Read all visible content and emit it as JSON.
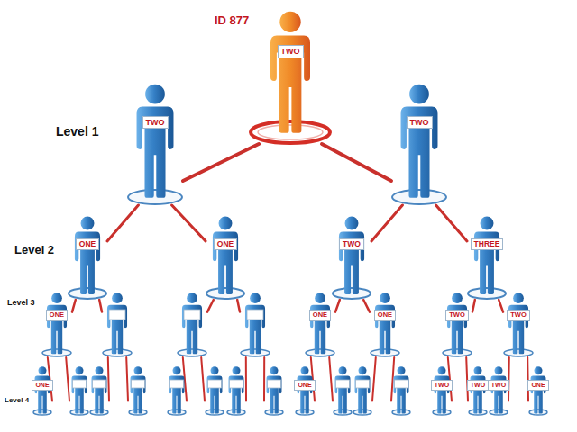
{
  "diagram": {
    "nodes": [
      {
        "text": [
          "ID 877",
          "TWO"
        ]
      },
      {
        "text": [
          "TWO"
        ]
      },
      {
        "text": [
          "TWO"
        ]
      },
      {
        "text": [
          "ONE"
        ]
      },
      {
        "text": [
          "ONE"
        ]
      },
      {
        "text": [
          "TWO"
        ]
      },
      {
        "text": [
          "THREE"
        ]
      },
      {
        "text": [
          "ONE"
        ]
      },
      {
        "text": [
          "ONE"
        ]
      },
      {
        "text": [
          "ONE"
        ]
      },
      {
        "text": [
          "TWO"
        ]
      },
      {
        "text": [
          "TWO"
        ]
      },
      {
        "text": [
          "ONE"
        ]
      },
      {
        "text": [
          "ONE"
        ]
      },
      {
        "text": [
          "TWO"
        ]
      },
      {
        "text": [
          "TWO"
        ]
      },
      {
        "text": [
          "TWO"
        ]
      },
      {
        "text": [
          "ONE"
        ]
      }
    ],
    "edges": [
      {
        "from": 0,
        "to": 1,
        "arrow": "none"
      },
      {
        "from": 0,
        "to": 2,
        "arrow": "none"
      },
      {
        "from": 1,
        "to": 3,
        "arrow": "none"
      },
      {
        "from": 1,
        "to": 4,
        "arrow": "none"
      },
      {
        "from": 2,
        "to": 5,
        "arrow": "none"
      },
      {
        "from": 2,
        "to": 6,
        "arrow": "none"
      },
      {
        "from": 3,
        "to": 7,
        "arrow": "none"
      },
      {
        "from": 5,
        "to": 8,
        "arrow": "none"
      },
      {
        "from": 5,
        "to": 9,
        "arrow": "none"
      },
      {
        "from": 6,
        "to": 10,
        "arrow": "none"
      },
      {
        "from": 6,
        "to": 11,
        "arrow": "none"
      },
      {
        "from": 7,
        "to": 12,
        "arrow": "none"
      },
      {
        "from": 8,
        "to": 13,
        "arrow": "none"
      },
      {
        "from": 10,
        "to": 14,
        "arrow": "none"
      },
      {
        "from": 10,
        "to": 15,
        "arrow": "none"
      },
      {
        "from": 11,
        "to": 16,
        "arrow": "none"
      },
      {
        "from": 11,
        "to": 17,
        "arrow": "none"
      }
    ],
    "labels": [
      "Level 1",
      "Level 2",
      "Level 3",
      "Level 4"
    ]
  }
}
